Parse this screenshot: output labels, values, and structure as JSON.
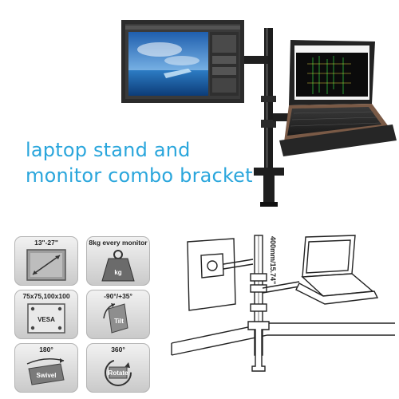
{
  "headline": {
    "line1": "laptop stand and",
    "line2": "monitor combo bracket"
  },
  "specs": [
    {
      "label": "13\"-27\"",
      "icon": "screen-size-icon"
    },
    {
      "label": "8kg every monitor",
      "icon": "kg-weight-icon",
      "inner_text": "kg"
    },
    {
      "label": "75x75,100x100",
      "icon": "vesa-plate-icon",
      "inner_text": "VESA"
    },
    {
      "label": "-90°/+35°",
      "icon": "tilt-icon",
      "inner_text": "Tilt"
    },
    {
      "label": "180°",
      "icon": "swivel-icon",
      "inner_text": "Swivel"
    },
    {
      "label": "360°",
      "icon": "rotate-icon",
      "inner_text": "Rotate"
    }
  ],
  "diagram": {
    "pole_height_label": "400mm/15.74\""
  },
  "colors": {
    "headline": "#2aa6dc",
    "pole": "#1c1c1c",
    "tile_top": "#f2f2f2",
    "tile_bottom": "#c9c9c9"
  }
}
